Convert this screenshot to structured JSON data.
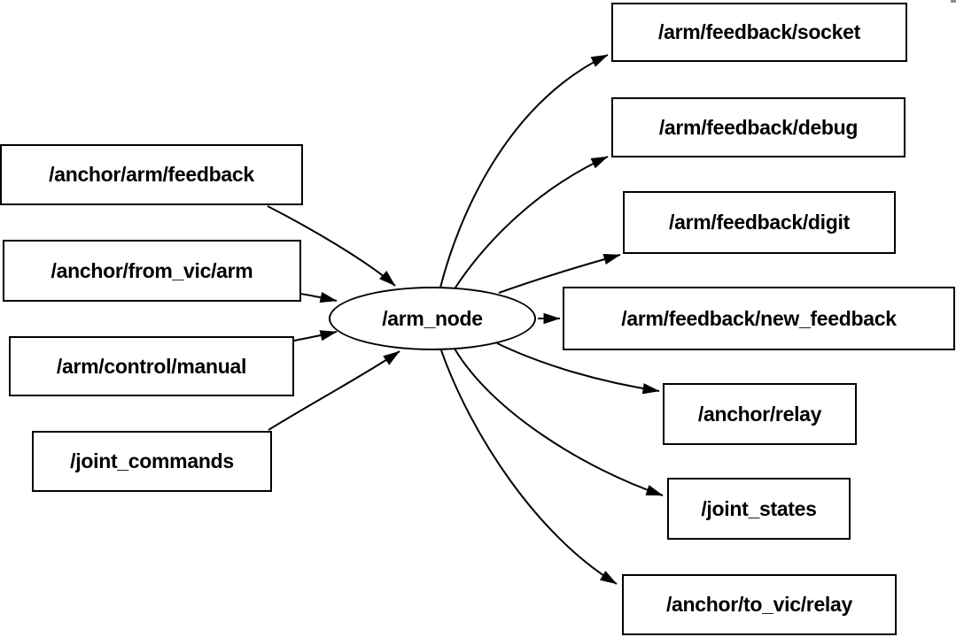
{
  "colors": {
    "background": "#ffffff",
    "node_fill": "#ffffff",
    "stroke": "#000000",
    "text": "#000000"
  },
  "graph": {
    "center_node": {
      "label": "/arm_node",
      "shape": "ellipse"
    },
    "input_topics": [
      {
        "label": "/anchor/arm/feedback"
      },
      {
        "label": "/anchor/from_vic/arm"
      },
      {
        "label": "/arm/control/manual"
      },
      {
        "label": "/joint_commands"
      }
    ],
    "output_topics": [
      {
        "label": "/arm/feedback/socket"
      },
      {
        "label": "/arm/feedback/debug"
      },
      {
        "label": "/arm/feedback/digit"
      },
      {
        "label": "/arm/feedback/new_feedback"
      },
      {
        "label": "/anchor/relay"
      },
      {
        "label": "/joint_states"
      },
      {
        "label": "/anchor/to_vic/relay"
      }
    ],
    "edges": [
      {
        "from": "/anchor/arm/feedback",
        "to": "/arm_node"
      },
      {
        "from": "/anchor/from_vic/arm",
        "to": "/arm_node"
      },
      {
        "from": "/arm/control/manual",
        "to": "/arm_node"
      },
      {
        "from": "/joint_commands",
        "to": "/arm_node"
      },
      {
        "from": "/arm_node",
        "to": "/arm/feedback/socket"
      },
      {
        "from": "/arm_node",
        "to": "/arm/feedback/debug"
      },
      {
        "from": "/arm_node",
        "to": "/arm/feedback/digit"
      },
      {
        "from": "/arm_node",
        "to": "/arm/feedback/new_feedback"
      },
      {
        "from": "/arm_node",
        "to": "/anchor/relay"
      },
      {
        "from": "/arm_node",
        "to": "/joint_states"
      },
      {
        "from": "/arm_node",
        "to": "/anchor/to_vic/relay"
      }
    ]
  }
}
